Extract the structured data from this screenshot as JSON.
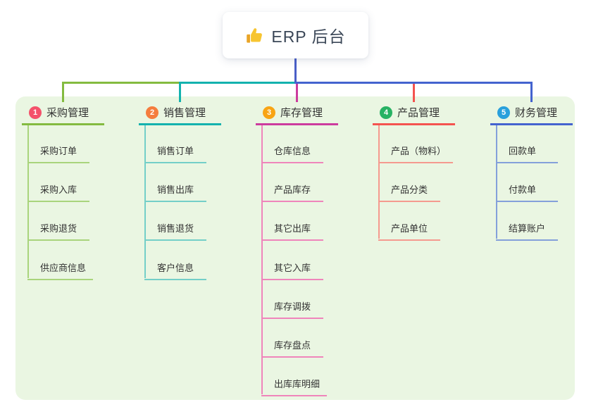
{
  "root": {
    "title": "ERP 后台",
    "icon": "thumbs-up-icon"
  },
  "connector_color": "#4a5fc8",
  "panel_color": "#eaf6e2",
  "branches": [
    {
      "badge": "1",
      "title": "采购管理",
      "badge_color": "#f4526b",
      "line_color": "#84bb40",
      "light_color": "#a9d47c",
      "children": [
        "采购订单",
        "采购入库",
        "采购退货",
        "供应商信息"
      ]
    },
    {
      "badge": "2",
      "title": "销售管理",
      "badge_color": "#f57d3e",
      "line_color": "#14b2ae",
      "light_color": "#74cfc8",
      "children": [
        "销售订单",
        "销售出库",
        "销售退货",
        "客户信息"
      ]
    },
    {
      "badge": "3",
      "title": "库存管理",
      "badge_color": "#f8a414",
      "line_color": "#cc3c9e",
      "light_color": "#ef85bb",
      "children": [
        "仓库信息",
        "产品库存",
        "其它出库",
        "其它入库",
        "库存调拨",
        "库存盘点",
        "出库库明细"
      ]
    },
    {
      "badge": "4",
      "title": "产品管理",
      "badge_color": "#27b263",
      "line_color": "#f4534f",
      "light_color": "#f59a8f",
      "children": [
        "产品（物料）",
        "产品分类",
        "产品单位"
      ]
    },
    {
      "badge": "5",
      "title": "财务管理",
      "badge_color": "#29a0dc",
      "line_color": "#4463cf",
      "light_color": "#84a0da",
      "children": [
        "回款单",
        "付款单",
        "结算账户"
      ]
    }
  ]
}
